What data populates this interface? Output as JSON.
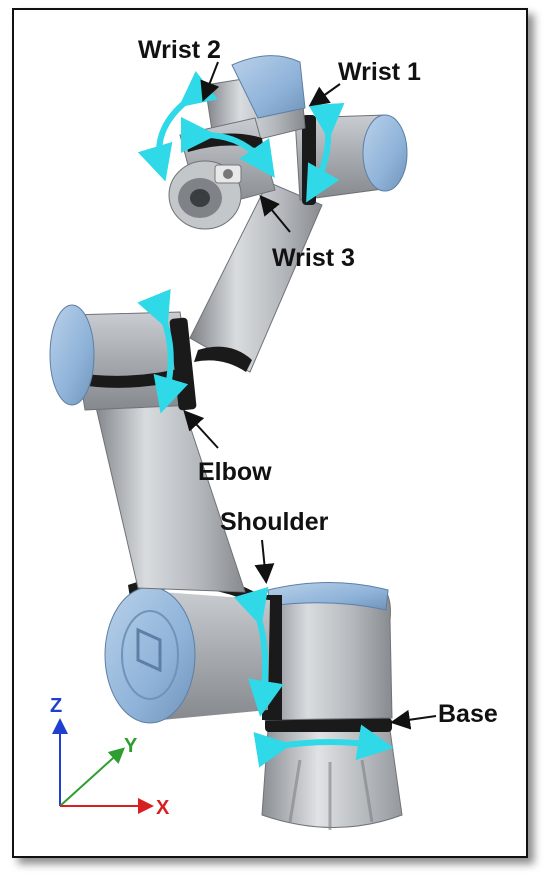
{
  "labels": {
    "wrist2": "Wrist 2",
    "wrist1": "Wrist 1",
    "wrist3": "Wrist 3",
    "elbow": "Elbow",
    "shoulder": "Shoulder",
    "base": "Base"
  },
  "axes": {
    "z": "Z",
    "y": "Y",
    "x": "X"
  },
  "colors": {
    "joint_cap": "#8fb3d9",
    "link": "#a9adb2",
    "band": "#1a1a1a",
    "rotation_arrow": "#2fd9e8",
    "axis_z": "#1f3fd1",
    "axis_y": "#2e9e2e",
    "axis_x": "#d92020"
  }
}
